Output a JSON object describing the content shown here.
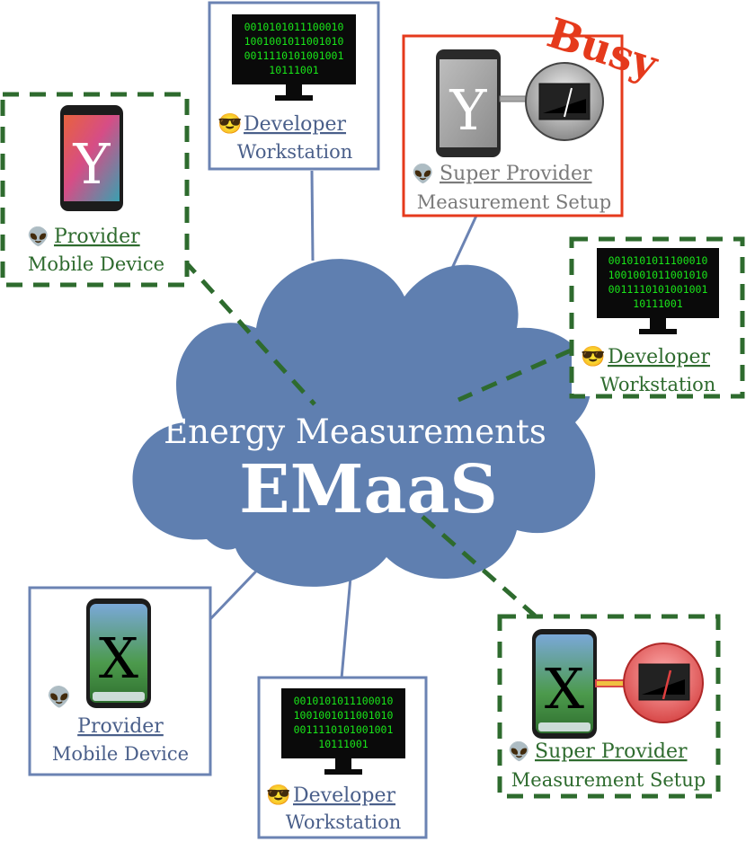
{
  "cloud": {
    "title": "Energy Measurements",
    "name": "EMaaS"
  },
  "nodes": {
    "provider_top_left": {
      "role": "Provider",
      "subtitle": "Mobile Device",
      "device_letter": "Y",
      "status": "connected-dashed"
    },
    "developer_top": {
      "role": "Developer",
      "subtitle": "Workstation",
      "status": "connected-solid",
      "screen_lines": [
        "0010101011100010",
        "1001001011001010",
        "0011110101001001",
        "10111001"
      ]
    },
    "super_provider_top": {
      "role": "Super Provider",
      "subtitle": "Measurement Setup",
      "device_letter": "Y",
      "status": "busy",
      "badge": "Busy"
    },
    "developer_right": {
      "role": "Developer",
      "subtitle": "Workstation",
      "status": "connected-dashed",
      "screen_lines": [
        "0010101011100010",
        "1001001011001010",
        "0011110101001001",
        "10111001"
      ]
    },
    "provider_bottom_left": {
      "role": "Provider",
      "subtitle": "Mobile Device",
      "device_letter": "X",
      "status": "connected-solid"
    },
    "developer_bottom": {
      "role": "Developer",
      "subtitle": "Workstation",
      "status": "connected-solid",
      "screen_lines": [
        "0010101011100010",
        "1001001011001010",
        "0011110101001001",
        "10111001"
      ]
    },
    "super_provider_bottom": {
      "role": "Super Provider",
      "subtitle": "Measurement Setup",
      "device_letter": "X",
      "status": "connected-dashed"
    }
  },
  "colors": {
    "cloud": "#5f7fb0",
    "solid_link": "#6b83b3",
    "dashed_link": "#2e6b2e",
    "busy": "#e53a1c",
    "text_blue": "#4a5f8a",
    "text_green": "#2e6b2e",
    "text_gray": "#7a7a7a"
  }
}
